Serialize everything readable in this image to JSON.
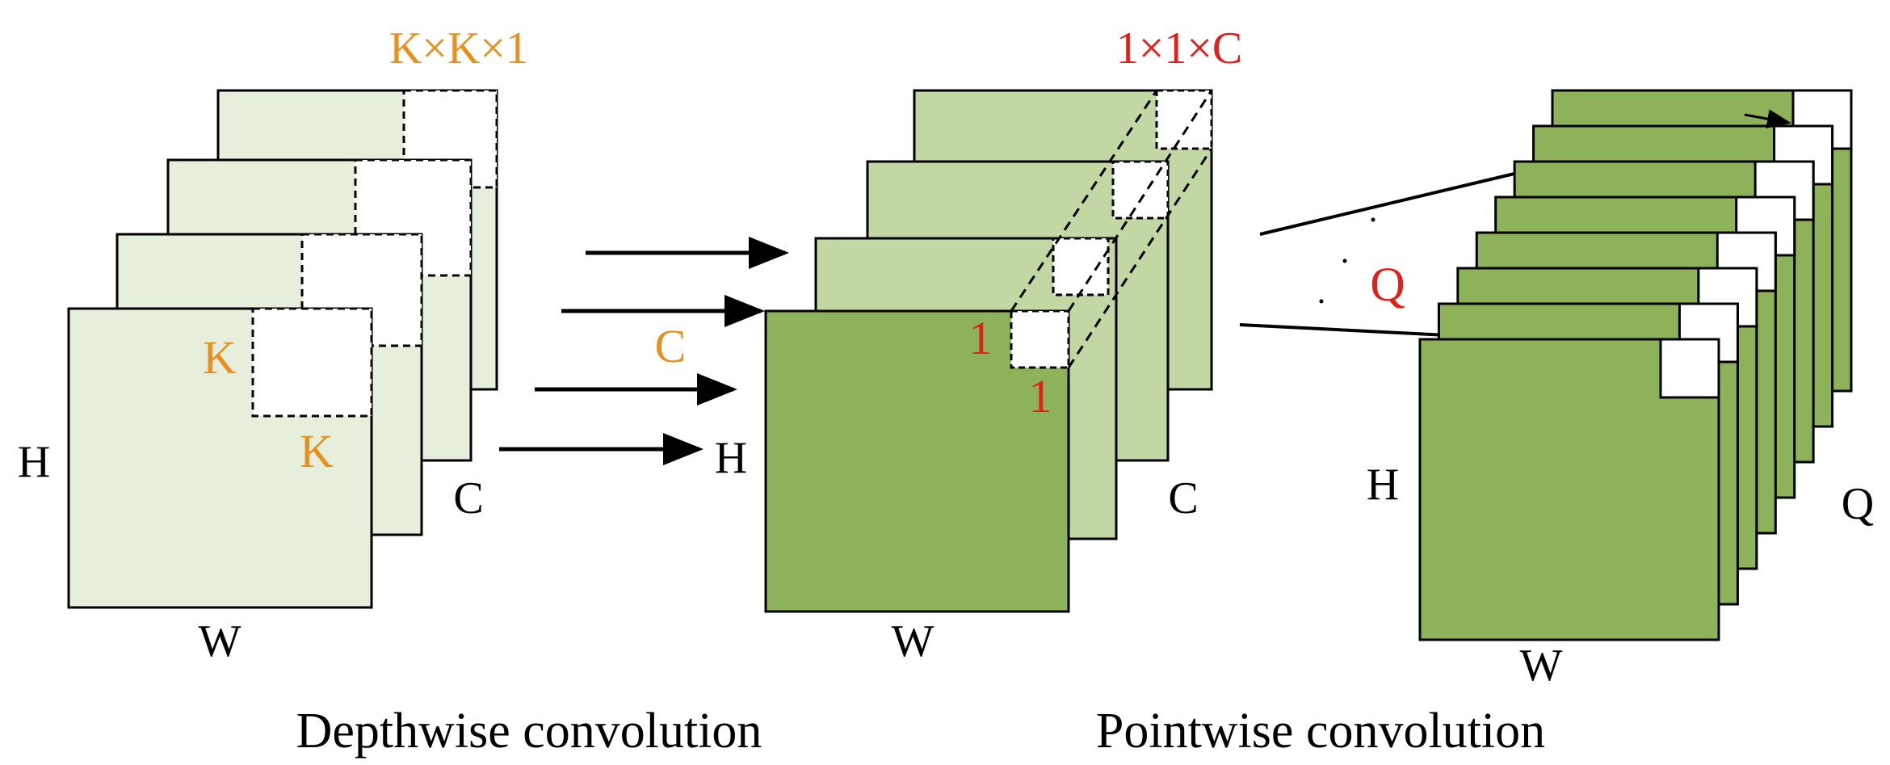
{
  "colors": {
    "light_fill": "#e6eedc",
    "mid_fill": "#c2d7a3",
    "dark_fill": "#8eb25a",
    "stroke": "#000000",
    "orange": "#e8901e",
    "red": "#e0201b"
  },
  "depthwise": {
    "kernel_label": "K×K×1",
    "k_vertical": "K",
    "k_horizontal": "K",
    "height": "H",
    "width": "W",
    "channels": "C",
    "input_channels": "C",
    "caption": "Depthwise convolution"
  },
  "pointwise": {
    "kernel_label": "1×1×C",
    "one_vertical": "1",
    "one_horizontal": "1",
    "height": "H",
    "width": "W",
    "channels": "C",
    "caption": "Pointwise convolution"
  },
  "output": {
    "filters": "Q",
    "height": "H",
    "width": "W",
    "channels": "Q"
  }
}
